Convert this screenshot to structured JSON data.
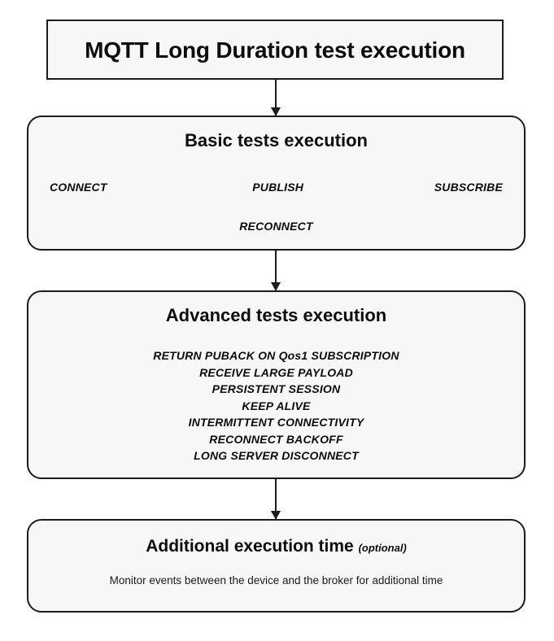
{
  "diagram": {
    "title": "MQTT Long Duration test execution",
    "background_color": "#ffffff",
    "node_fill_color": "#f7f7f7",
    "node_border_color": "#1c1c1c",
    "text_color": "#0d0d0d"
  },
  "root": {
    "label": "MQTT Long Duration test execution"
  },
  "stages": [
    {
      "id": "basic",
      "title": "Basic tests execution",
      "row_items": [
        "CONNECT",
        "PUBLISH",
        "SUBSCRIBE"
      ],
      "center_items": [
        "RECONNECT"
      ]
    },
    {
      "id": "advanced",
      "title": "Advanced tests execution",
      "items": [
        "RETURN PUBACK ON Qos1 SUBSCRIPTION",
        "RECEIVE LARGE PAYLOAD",
        "PERSISTENT SESSION",
        "KEEP ALIVE",
        "INTERMITTENT CONNECTIVITY",
        "RECONNECT BACKOFF",
        "LONG SERVER DISCONNECT"
      ]
    },
    {
      "id": "extra",
      "title": "Additional execution time",
      "title_suffix": "(optional)",
      "description": "Monitor events between the device and the broker for additional time"
    }
  ],
  "connectors": [
    {
      "id": "arrow-root-to-basic",
      "from": "root",
      "to": "basic",
      "style": "solid-down-arrow"
    },
    {
      "id": "arrow-basic-to-advanced",
      "from": "basic",
      "to": "advanced",
      "style": "solid-down-arrow"
    },
    {
      "id": "arrow-advanced-to-extra",
      "from": "advanced",
      "to": "extra",
      "style": "solid-down-arrow"
    }
  ]
}
